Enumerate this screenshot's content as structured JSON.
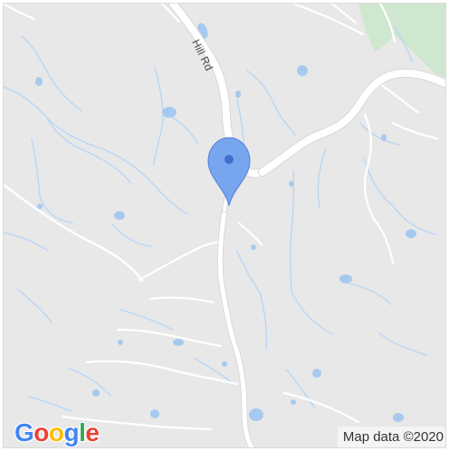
{
  "map": {
    "road_label": "Hill Rd",
    "attribution": "Map data ©2020",
    "logo_letters": [
      "G",
      "o",
      "o",
      "g",
      "l",
      "e"
    ]
  },
  "colors": {
    "background": "#e8e8e8",
    "road": "#ffffff",
    "water": "#a8c9ef",
    "stream": "#b9d6f6",
    "park": "#cfe7cf",
    "marker": "#77a6ef",
    "marker_center": "#3e6fca",
    "logo": [
      "#4285f4",
      "#ea4335",
      "#fbbc05",
      "#4285f4",
      "#34a853",
      "#ea4335"
    ]
  }
}
